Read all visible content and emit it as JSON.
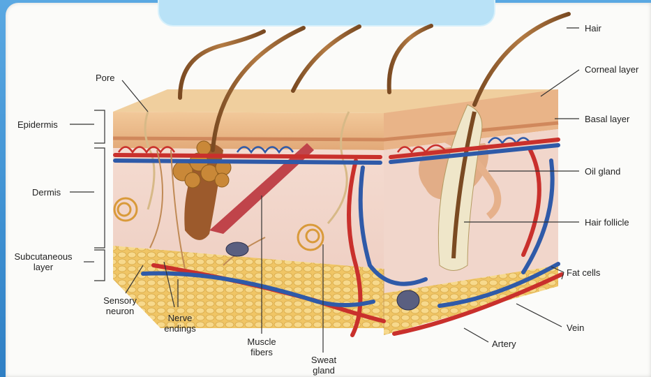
{
  "labels": {
    "hair": "Hair",
    "corneal_layer": "Corneal layer",
    "basal_layer": "Basal layer",
    "oil_gland": "Oil gland",
    "hair_follicle": "Hair follicle",
    "fat_cells": "Fat cells",
    "vein": "Vein",
    "artery": "Artery",
    "sweat_gland": "Sweat gland",
    "muscle_fibers": "Muscle fibers",
    "nerve_endings": "Nerve endings",
    "sensory_neuron": "Sensory neuron",
    "pore": "Pore",
    "epidermis": "Epidermis",
    "dermis": "Dermis",
    "subcutaneous_layer": "Subcutaneous layer"
  },
  "colors": {
    "epidermis": "#e9b98a",
    "dermis": "#f3ddd0",
    "fat": "#f2c873",
    "artery": "#c9302c",
    "vein": "#2f5aa8",
    "follicle": "#9c5a2c"
  }
}
